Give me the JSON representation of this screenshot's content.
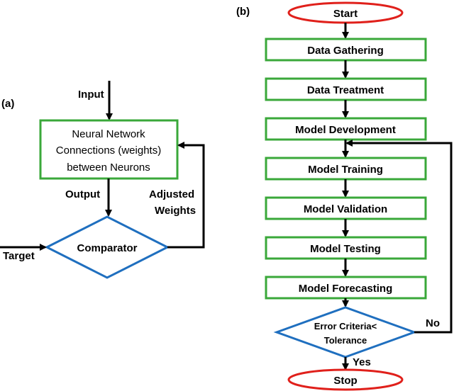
{
  "panel_a": {
    "label": "(a)",
    "input_label": "Input",
    "network_box": {
      "line1": "Neural Network",
      "line2": "Connections (weights)",
      "line3": "between Neurons"
    },
    "output_label": "Output",
    "adjusted_line1": "Adjusted",
    "adjusted_line2": "Weights",
    "comparator_label": "Comparator",
    "target_label": "Target"
  },
  "panel_b": {
    "label": "(b)",
    "start_label": "Start",
    "steps": [
      "Data Gathering",
      "Data Treatment",
      "Model Development",
      "Model Training",
      "Model Validation",
      "Model Testing",
      "Model Forecasting"
    ],
    "decision_line1": "Error Criteria<",
    "decision_line2": "Tolerance",
    "no_label": "No",
    "yes_label": "Yes",
    "stop_label": "Stop"
  },
  "colors": {
    "process_border": "#3aa83a",
    "decision_border": "#1f6fbf",
    "terminal_border": "#e0201b",
    "connector": "#000000"
  }
}
